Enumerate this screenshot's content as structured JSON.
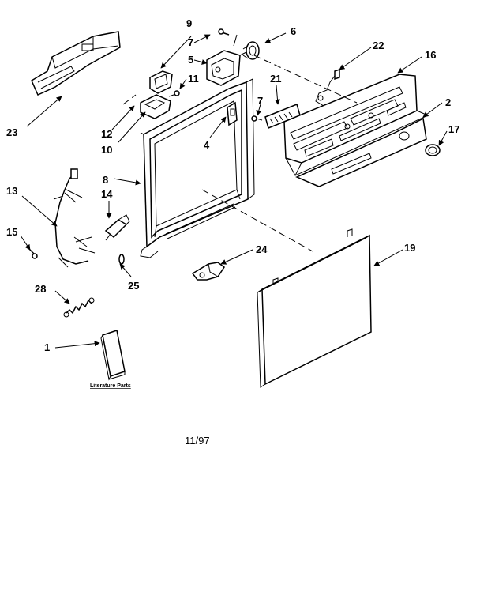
{
  "callouts": {
    "c1": "1",
    "c2": "2",
    "c4": "4",
    "c5": "5",
    "c6": "6",
    "c7a": "7",
    "c7b": "7",
    "c8": "8",
    "c9": "9",
    "c10": "10",
    "c11": "11",
    "c12": "12",
    "c13": "13",
    "c14": "14",
    "c15": "15",
    "c16": "16",
    "c17": "17",
    "c19": "19",
    "c21": "21",
    "c22": "22",
    "c23": "23",
    "c24": "24",
    "c25": "25",
    "c28": "28"
  },
  "literature_label": "Literature Parts",
  "footer_date": "11/97"
}
